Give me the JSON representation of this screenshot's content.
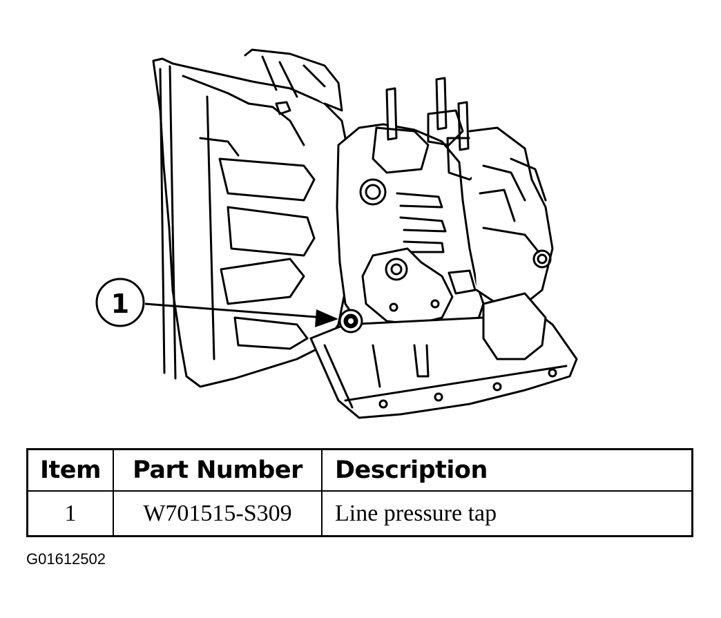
{
  "callouts": [
    {
      "number": "1"
    }
  ],
  "table": {
    "headers": {
      "item": "Item",
      "part_number": "Part Number",
      "description": "Description"
    },
    "rows": [
      {
        "item": "1",
        "part_number": "W701515-S309",
        "description": "Line pressure tap"
      }
    ]
  },
  "figure_id": "G01612502"
}
